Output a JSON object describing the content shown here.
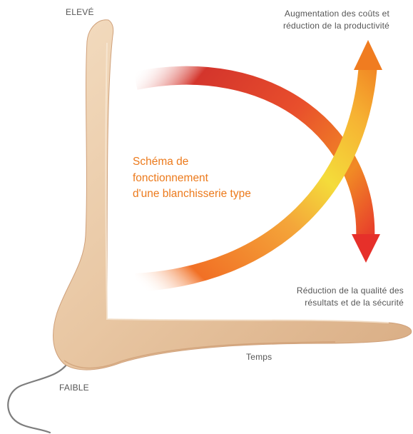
{
  "axis": {
    "high_label": "ELEVÉ",
    "low_label": "FAIBLE",
    "time_label": "Temps"
  },
  "curves": {
    "rising_label_line1": "Augmentation des coûts et",
    "rising_label_line2": "réduction de la productivité",
    "falling_label_line1": "Réduction de la qualité des",
    "falling_label_line2": "résultats et de la sécurité"
  },
  "center_title": {
    "line1": "Schéma de",
    "line2": "fonctionnement",
    "line3": "d'une blanchisserie type"
  },
  "colors": {
    "title": "#ec7a1c",
    "label": "#555555",
    "wood": "#e9c9a6",
    "arrow_red": "#d8322b",
    "arrow_orange": "#f0801f",
    "arrow_yellow": "#f5dc3a"
  },
  "icons": {
    "hanger": "wooden-hanger-icon",
    "rising_arrow": "arrow-up-icon",
    "falling_arrow": "arrow-down-icon"
  }
}
